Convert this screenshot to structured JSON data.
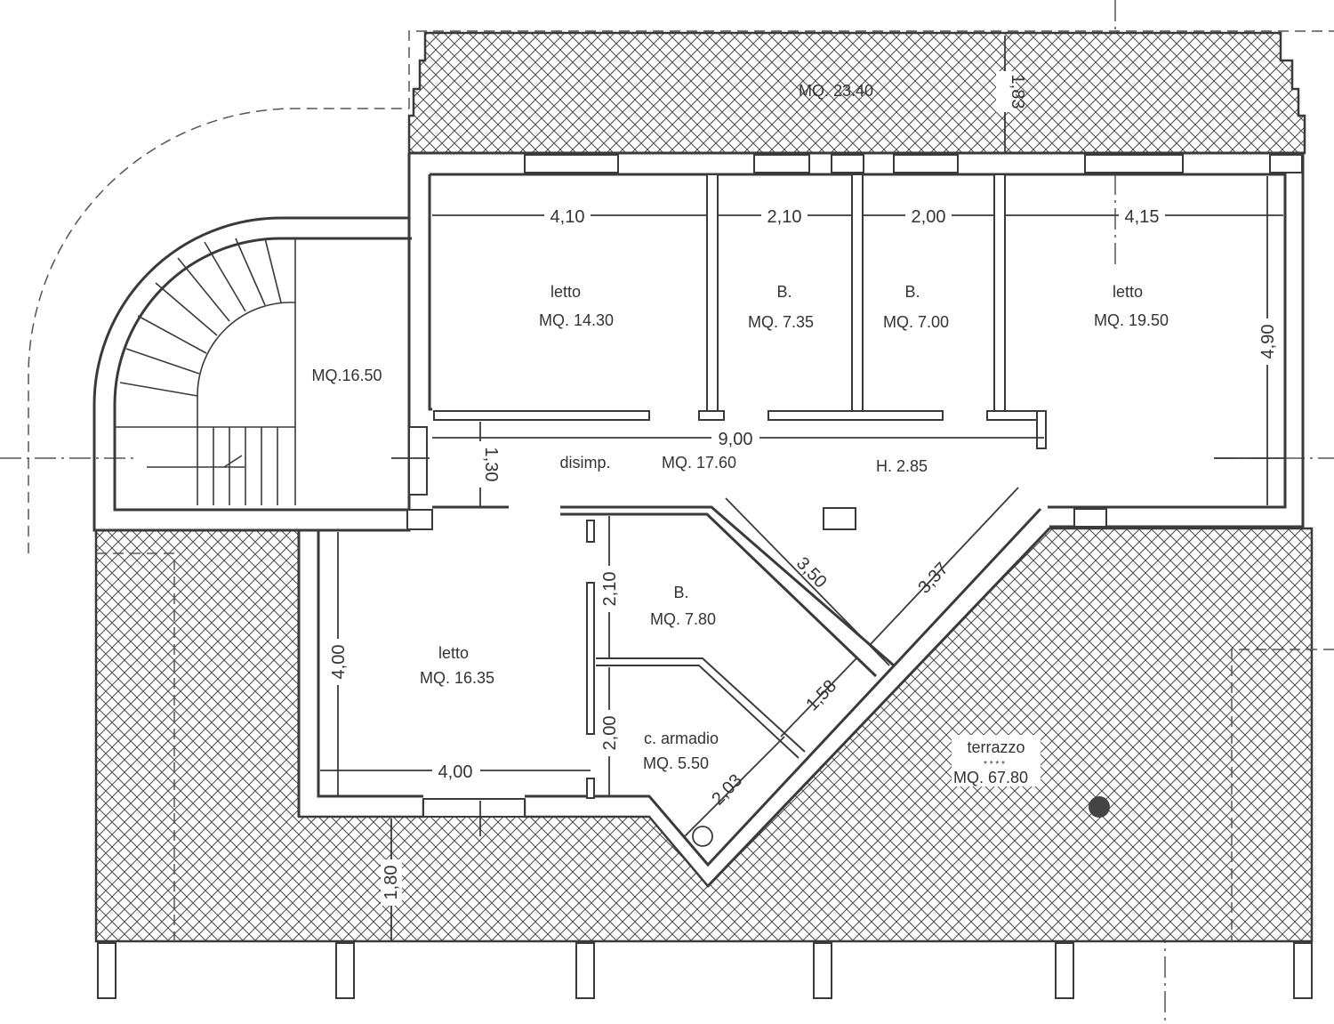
{
  "rooms": {
    "terrace_top": "MQ. 23.40",
    "stair_room": "MQ.16.50",
    "letto1_name": "letto",
    "letto1_area": "MQ. 14.30",
    "bath1_name": "B.",
    "bath1_area": "MQ. 7.35",
    "bath2_name": "B.",
    "bath2_area": "MQ. 7.00",
    "letto2_name": "letto",
    "letto2_area": "MQ. 19.50",
    "hall_name": "disimp.",
    "hall_area": "MQ. 17.60",
    "height": "H. 2.85",
    "bath3_name": "B.",
    "bath3_area": "MQ. 7.80",
    "letto3_name": "letto",
    "letto3_area": "MQ. 16.35",
    "closet_name": "c. armadio",
    "closet_area": "MQ. 5.50",
    "terrace_name": "terrazzo",
    "terrace_stars": "* * * *",
    "terrace_area": "MQ. 67.80"
  },
  "dimensions": {
    "d_top_depth": "1,83",
    "d_410": "4,10",
    "d_210_top": "2,10",
    "d_200_top": "2,00",
    "d_415": "4,15",
    "d_490": "4,90",
    "d_900": "9,00",
    "d_130": "1,30",
    "d_350": "3,50",
    "d_337": "3,37",
    "d_210_mid": "2,10",
    "d_400_v": "4,00",
    "d_158": "1,58",
    "d_200_mid": "2,00",
    "d_400_h": "4,00",
    "d_203": "2,03",
    "d_180": "1,80"
  }
}
